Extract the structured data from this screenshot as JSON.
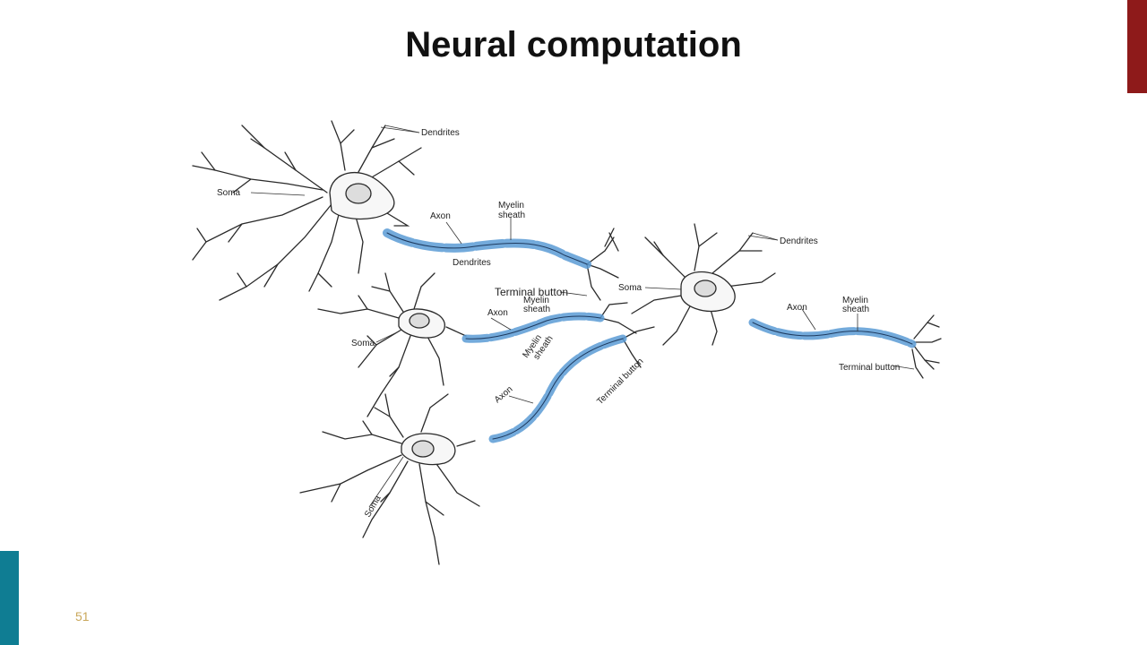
{
  "slide": {
    "title": "Neural computation",
    "page_number": "51",
    "colors": {
      "accent_red": "#8e1a1a",
      "accent_teal": "#0f7d93",
      "myelin": "#5b9bd5",
      "page_number": "#c9a75a"
    }
  },
  "diagram": {
    "neuron_a": {
      "dendrites": "Dendrites",
      "soma": "Soma",
      "axon": "Axon",
      "myelin_line1": "Myelin",
      "myelin_line2": "sheath"
    },
    "neuron_b": {
      "dendrites": "Dendrites",
      "soma": "Soma",
      "axon": "Axon",
      "myelin_line1": "Myelin",
      "myelin_line2": "sheath",
      "terminal_button": "Terminal button"
    },
    "neuron_c": {
      "dendrites": "Dendrites",
      "soma": "Soma",
      "axon": "Axon",
      "myelin_line1": "Myelin",
      "myelin_line2": "sheath",
      "terminal_button": "Terminal button"
    },
    "neuron_d": {
      "soma": "Soma",
      "axon": "Axon",
      "myelin_line1": "Myelin",
      "myelin_line2": "sheath",
      "terminal_button": "Terminal button"
    }
  }
}
